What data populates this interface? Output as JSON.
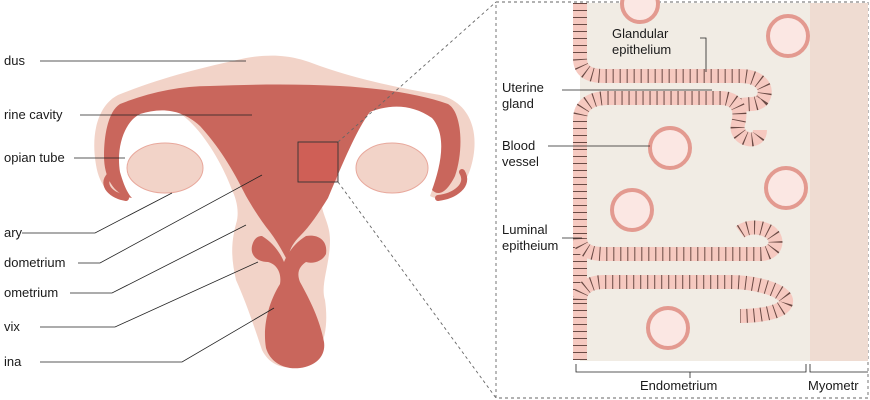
{
  "overview_labels": {
    "fundus": "dus",
    "uterine_cavity": "rine cavity",
    "fallopian_tube": "opian tube",
    "ovary": "ary",
    "endometrium": "dometrium",
    "myometrium": "ometrium",
    "cervix": "vix",
    "vagina": "ina"
  },
  "detail_labels": {
    "glandular_epithelium_line1": "Glandular",
    "glandular_epithelium_line2": "epithelium",
    "uterine_gland_line1": "Uterine",
    "uterine_gland_line2": "gland",
    "blood_vessel_line1": "Blood",
    "blood_vessel_line2": "vessel",
    "luminal_epithelium_line1": "Luminal",
    "luminal_epithelium_line2": "epitheium",
    "endometrium_layer": "Endometrium",
    "myometrium_layer": "Myometr"
  },
  "colors": {
    "tissue_light": "#f2d3c8",
    "tissue_dark": "#c9665c",
    "tissue_mid": "#e8a89c",
    "stroma": "#f1ece4",
    "myometrium_band": "#efdcd2",
    "cell_fill": "#f6c9c0",
    "cell_stroke": "#6a4a44",
    "vessel_fill": "#fbe7e3",
    "vessel_ring": "#e39a90"
  }
}
